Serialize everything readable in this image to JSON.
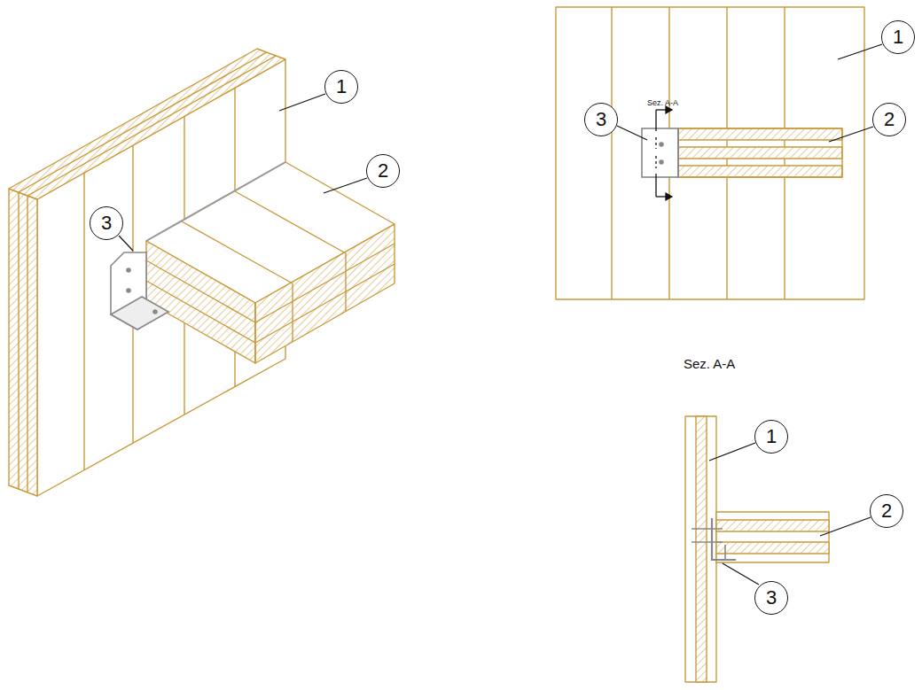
{
  "diagram": {
    "labels": [
      "1",
      "2",
      "3",
      "1",
      "2",
      "3",
      "Sez. A-A",
      "Sez. A-A",
      "1",
      "2",
      "3"
    ]
  }
}
